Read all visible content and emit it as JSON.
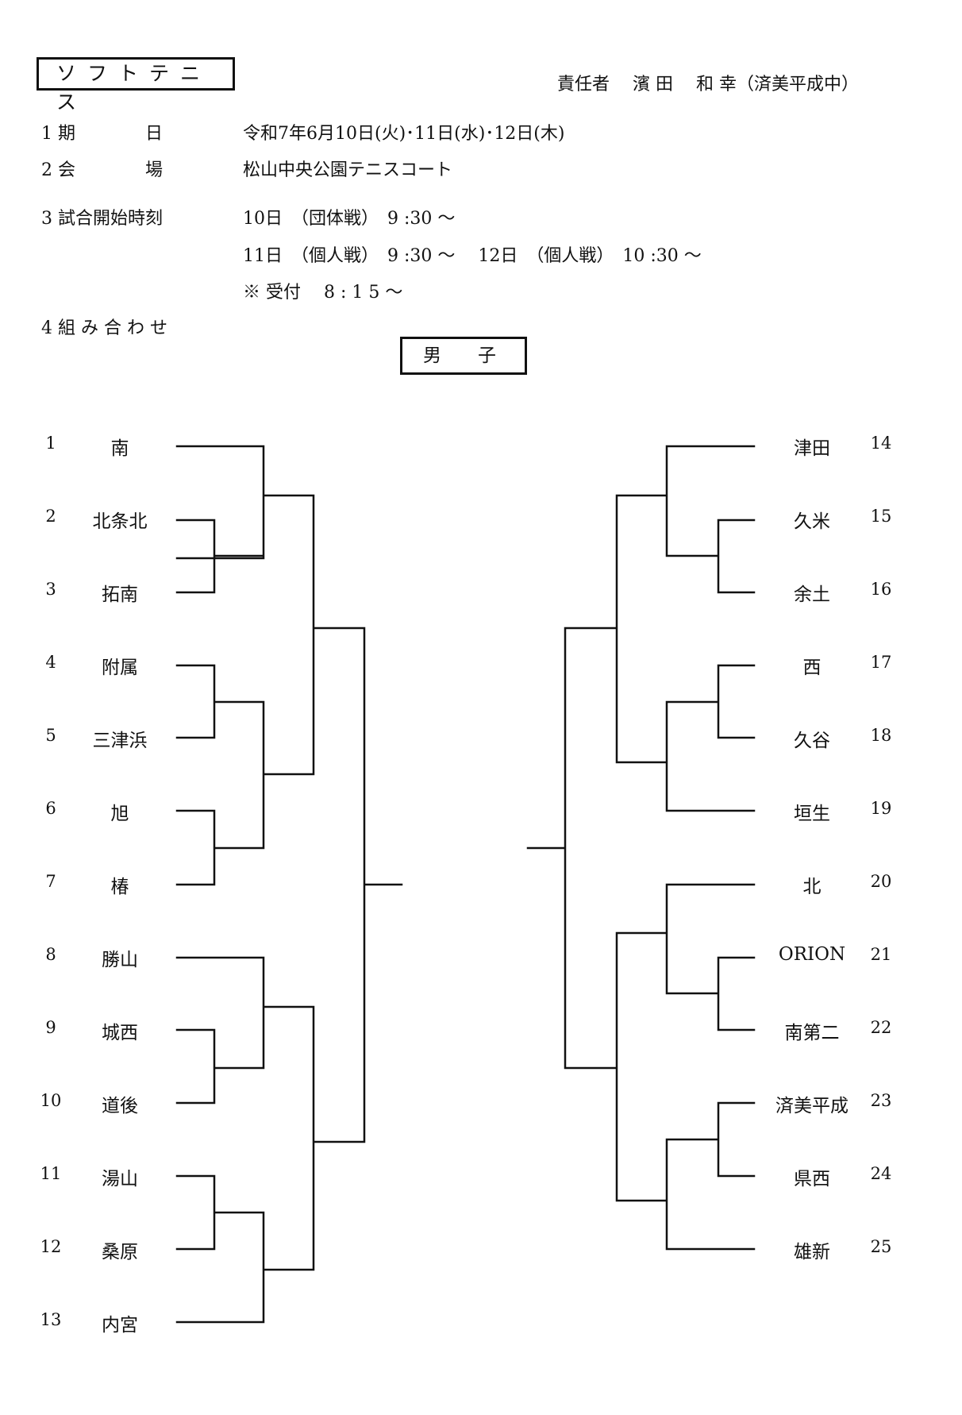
{
  "header": {
    "title": "ソフトテニス",
    "responsible": "責任者　 濱 田 　和 幸（済美平成中）"
  },
  "info": [
    {
      "label": "1 期　　　　日",
      "value": "令和7年6月10日(火)･11日(水)･12日(木)"
    },
    {
      "label": "2 会　　　　場",
      "value": "松山中央公園テニスコート"
    },
    {
      "label": "3 試合開始時刻",
      "value": "10日　（団体戦）　9 :30 〜"
    },
    {
      "label": "",
      "value": "11日　（個人戦）　9 :30 〜　 12日　（個人戦）　10 :30 〜"
    },
    {
      "label": "",
      "value": "※ 受付　 8 : 1 5 〜"
    },
    {
      "label": "4 組 み 合 わ せ",
      "value": ""
    }
  ],
  "section": "男　　子",
  "bracket": {
    "left": [
      {
        "num": "1",
        "team": "南"
      },
      {
        "num": "2",
        "team": "北条北"
      },
      {
        "num": "3",
        "team": "拓南"
      },
      {
        "num": "4",
        "team": "附属"
      },
      {
        "num": "5",
        "team": "三津浜"
      },
      {
        "num": "6",
        "team": "旭"
      },
      {
        "num": "7",
        "team": "椿"
      },
      {
        "num": "8",
        "team": "勝山"
      },
      {
        "num": "9",
        "team": "城西"
      },
      {
        "num": "10",
        "team": "道後"
      },
      {
        "num": "11",
        "team": "湯山"
      },
      {
        "num": "12",
        "team": "桑原"
      },
      {
        "num": "13",
        "team": "内宮"
      }
    ],
    "right": [
      {
        "num": "14",
        "team": "津田"
      },
      {
        "num": "15",
        "team": "久米"
      },
      {
        "num": "16",
        "team": "余土"
      },
      {
        "num": "17",
        "team": "西"
      },
      {
        "num": "18",
        "team": "久谷"
      },
      {
        "num": "19",
        "team": "垣生"
      },
      {
        "num": "20",
        "team": "北"
      },
      {
        "num": "21",
        "team": "ORION"
      },
      {
        "num": "22",
        "team": "南第二"
      },
      {
        "num": "23",
        "team": "済美平成"
      },
      {
        "num": "24",
        "team": "県西"
      },
      {
        "num": "25",
        "team": "雄新"
      }
    ]
  }
}
